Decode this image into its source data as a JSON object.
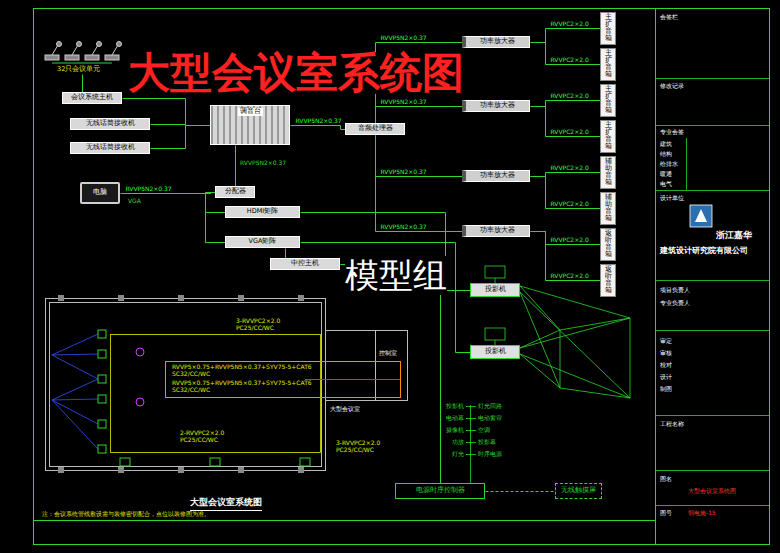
{
  "diagram": {
    "title": "大型会议室系统图",
    "caption": "大型会议室系统图",
    "nodes": [
      {
        "text": [
          "32只会议单元"
        ]
      },
      {
        "text": [
          "会议系统主机"
        ]
      },
      {
        "text": [
          "无线话筒接收机"
        ]
      },
      {
        "text": [
          "无线话筒接收机"
        ]
      },
      {
        "text": [
          "调音台"
        ]
      },
      {
        "text": [
          "音频处理器"
        ]
      },
      {
        "text": [
          "功率放大器"
        ]
      },
      {
        "text": [
          "功率放大器"
        ]
      },
      {
        "text": [
          "功率放大器"
        ]
      },
      {
        "text": [
          "功率放大器"
        ]
      },
      {
        "text": [
          "主扩音箱"
        ]
      },
      {
        "text": [
          "主扩音箱"
        ]
      },
      {
        "text": [
          "主扩音箱"
        ]
      },
      {
        "text": [
          "主扩音箱"
        ]
      },
      {
        "text": [
          "辅助音箱"
        ]
      },
      {
        "text": [
          "辅助音箱"
        ]
      },
      {
        "text": [
          "返听音箱"
        ]
      },
      {
        "text": [
          "返听音箱"
        ]
      },
      {
        "text": [
          "电脑"
        ]
      },
      {
        "text": [
          "分配器"
        ]
      },
      {
        "text": [
          "HDMI矩阵"
        ]
      },
      {
        "text": [
          "VGA矩阵"
        ]
      },
      {
        "text": [
          "中控主机"
        ]
      },
      {
        "text": [
          "投影机"
        ]
      },
      {
        "text": [
          "投影机"
        ]
      },
      {
        "text": [
          "电源时序控制器"
        ]
      },
      {
        "text": [
          "无线触摸屏"
        ]
      }
    ],
    "edges": [
      {
        "from": 0,
        "to": 1,
        "arrow": "none"
      },
      {
        "from": 1,
        "to": 4,
        "arrow": "none"
      },
      {
        "from": 2,
        "to": 4,
        "arrow": "none"
      },
      {
        "from": 3,
        "to": 4,
        "arrow": "none"
      },
      {
        "from": 4,
        "to": 5,
        "label": "RVVP5N2×0.37",
        "arrow": "none"
      },
      {
        "from": 5,
        "to": 6,
        "label": "RVVP5N2×0.37",
        "arrow": "none"
      },
      {
        "from": 5,
        "to": 7,
        "label": "RVVP5N2×0.37",
        "arrow": "none"
      },
      {
        "from": 5,
        "to": 8,
        "label": "RVVP5N2×0.37",
        "arrow": "none"
      },
      {
        "from": 5,
        "to": 9,
        "label": "RVVP5N2×0.37",
        "arrow": "none"
      },
      {
        "from": 6,
        "to": 10,
        "label": "RVVPC2×2.0",
        "arrow": "none"
      },
      {
        "from": 6,
        "to": 11,
        "label": "RVVPC2×2.0",
        "arrow": "none"
      },
      {
        "from": 7,
        "to": 12,
        "label": "RVVPC2×2.0",
        "arrow": "none"
      },
      {
        "from": 7,
        "to": 13,
        "label": "RVVPC2×2.0",
        "arrow": "none"
      },
      {
        "from": 8,
        "to": 14,
        "label": "RVVPC2×2.0",
        "arrow": "none"
      },
      {
        "from": 8,
        "to": 15,
        "label": "RVVPC2×2.0",
        "arrow": "none"
      },
      {
        "from": 9,
        "to": 16,
        "label": "RVVPC2×2.0",
        "arrow": "none"
      },
      {
        "from": 9,
        "to": 17,
        "label": "RVVPC2×2.0",
        "arrow": "none"
      },
      {
        "from": 18,
        "to": 19,
        "label": "RVVP5N2×0.37",
        "arrow": "none"
      },
      {
        "from": 19,
        "to": 4,
        "arrow": "none"
      },
      {
        "from": 19,
        "to": 20,
        "arrow": "none"
      },
      {
        "from": 19,
        "to": 21,
        "arrow": "none"
      },
      {
        "from": 20,
        "to": 23,
        "arrow": "none"
      },
      {
        "from": 21,
        "to": 24,
        "arrow": "none"
      },
      {
        "from": 21,
        "to": 22,
        "arrow": "none"
      },
      {
        "from": 22,
        "to": 25,
        "arrow": "none"
      },
      {
        "from": 25,
        "to": 26,
        "arrow": "none"
      }
    ],
    "labels": [
      "模型组",
      "VGA",
      "RVVP5N2×0.37",
      "3-RVVPC2×2.0",
      "PC25/CC/WC",
      "RVVP5×0.75+RVVP5N5×0.37+SYV75-5+CAT6",
      "SC32/CC/WC",
      "RVVP5×0.75+RVVP5N5×0.37+SYV75-5+CAT6",
      "SC32/CC/WC",
      "2-RVVPC2×2.0",
      "PC25/CC/WC",
      "3-RVVPC2×2.0",
      "PC25/CC/WC",
      "大型会议室",
      "控制室",
      "投影机",
      "电动幕",
      "摄像机",
      "功放",
      "灯光",
      "灯光回路",
      "电动窗帘",
      "空调",
      "投影幕",
      "时序电源",
      "注：会议系统管线敷设需与装修密切配合，点位以装修图为准。",
      "会签栏",
      "修改记录",
      "专业会签",
      "建筑",
      "结构",
      "给排水",
      "暖通",
      "电气",
      "设计单位",
      "浙江嘉华",
      "建筑设计研究院有限公司",
      "项目负责人",
      "专业负责人",
      "审定",
      "审核",
      "校对",
      "设计",
      "制图",
      "工程名称",
      "图名",
      "大型会议室系统图",
      "图号",
      "弱电施-15"
    ]
  }
}
